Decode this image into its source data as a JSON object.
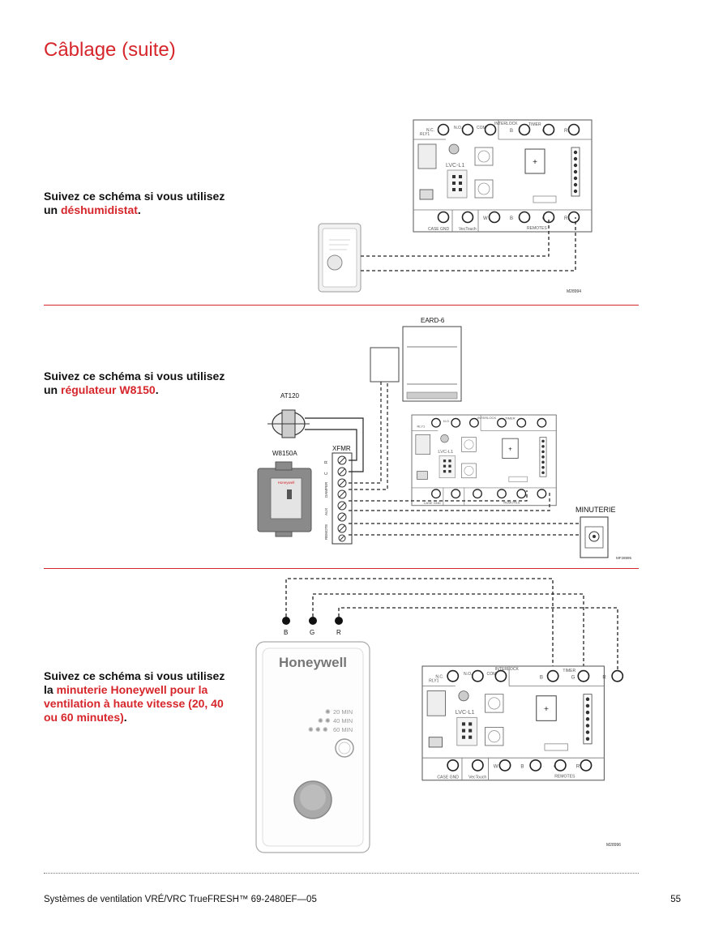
{
  "page": {
    "title": "Câblage (suite)",
    "footer": "Systèmes de ventilation VRÉ/VRC TrueFRESH™   69-2480EF—05",
    "page_number": "55"
  },
  "sections": [
    {
      "text_a": "Suivez ce schéma si vous utilisez un ",
      "highlight": "déshumidistat",
      "text_b": ".",
      "fig_id": "M28994"
    },
    {
      "text_a": "Suivez ce schéma si vous utilisez un ",
      "highlight": "régulateur W8150",
      "text_b": ".",
      "fig_id": "MF28995"
    },
    {
      "text_a": "Suivez ce schéma si vous utilisez la ",
      "highlight": "minuterie Honeywell pour la ventilation à haute vitesse (20, 40 ou 60 minutes)",
      "text_b": ".",
      "fig_id": "M28996"
    }
  ],
  "board": {
    "nc": "N.C.",
    "no": "N.O.",
    "com": "COM",
    "interlock": "INTERLOCK",
    "timer": "TIMER",
    "rly1": "RLY1",
    "lvc": "LVC-L1",
    "case_gnd": "CASE GND",
    "vectouch": "VecTouch",
    "remotes": "REMOTES",
    "term_b": "B",
    "term_g": "G",
    "term_r": "R",
    "term_w": "W"
  },
  "fig2": {
    "eard": "EARD-6",
    "at120": "AT120",
    "w8150a": "W8150A",
    "xfmr": "XFMR",
    "minuterie": "MINUTERIE",
    "terminals": [
      "R",
      "C",
      "DAMPER",
      "AUX",
      "REMOTE"
    ],
    "device_brand": "Honeywell"
  },
  "fig3": {
    "wires": [
      "B",
      "G",
      "R"
    ],
    "brand": "Honeywell",
    "settings": [
      "20 MIN",
      "40 MIN",
      "60 MIN"
    ]
  }
}
